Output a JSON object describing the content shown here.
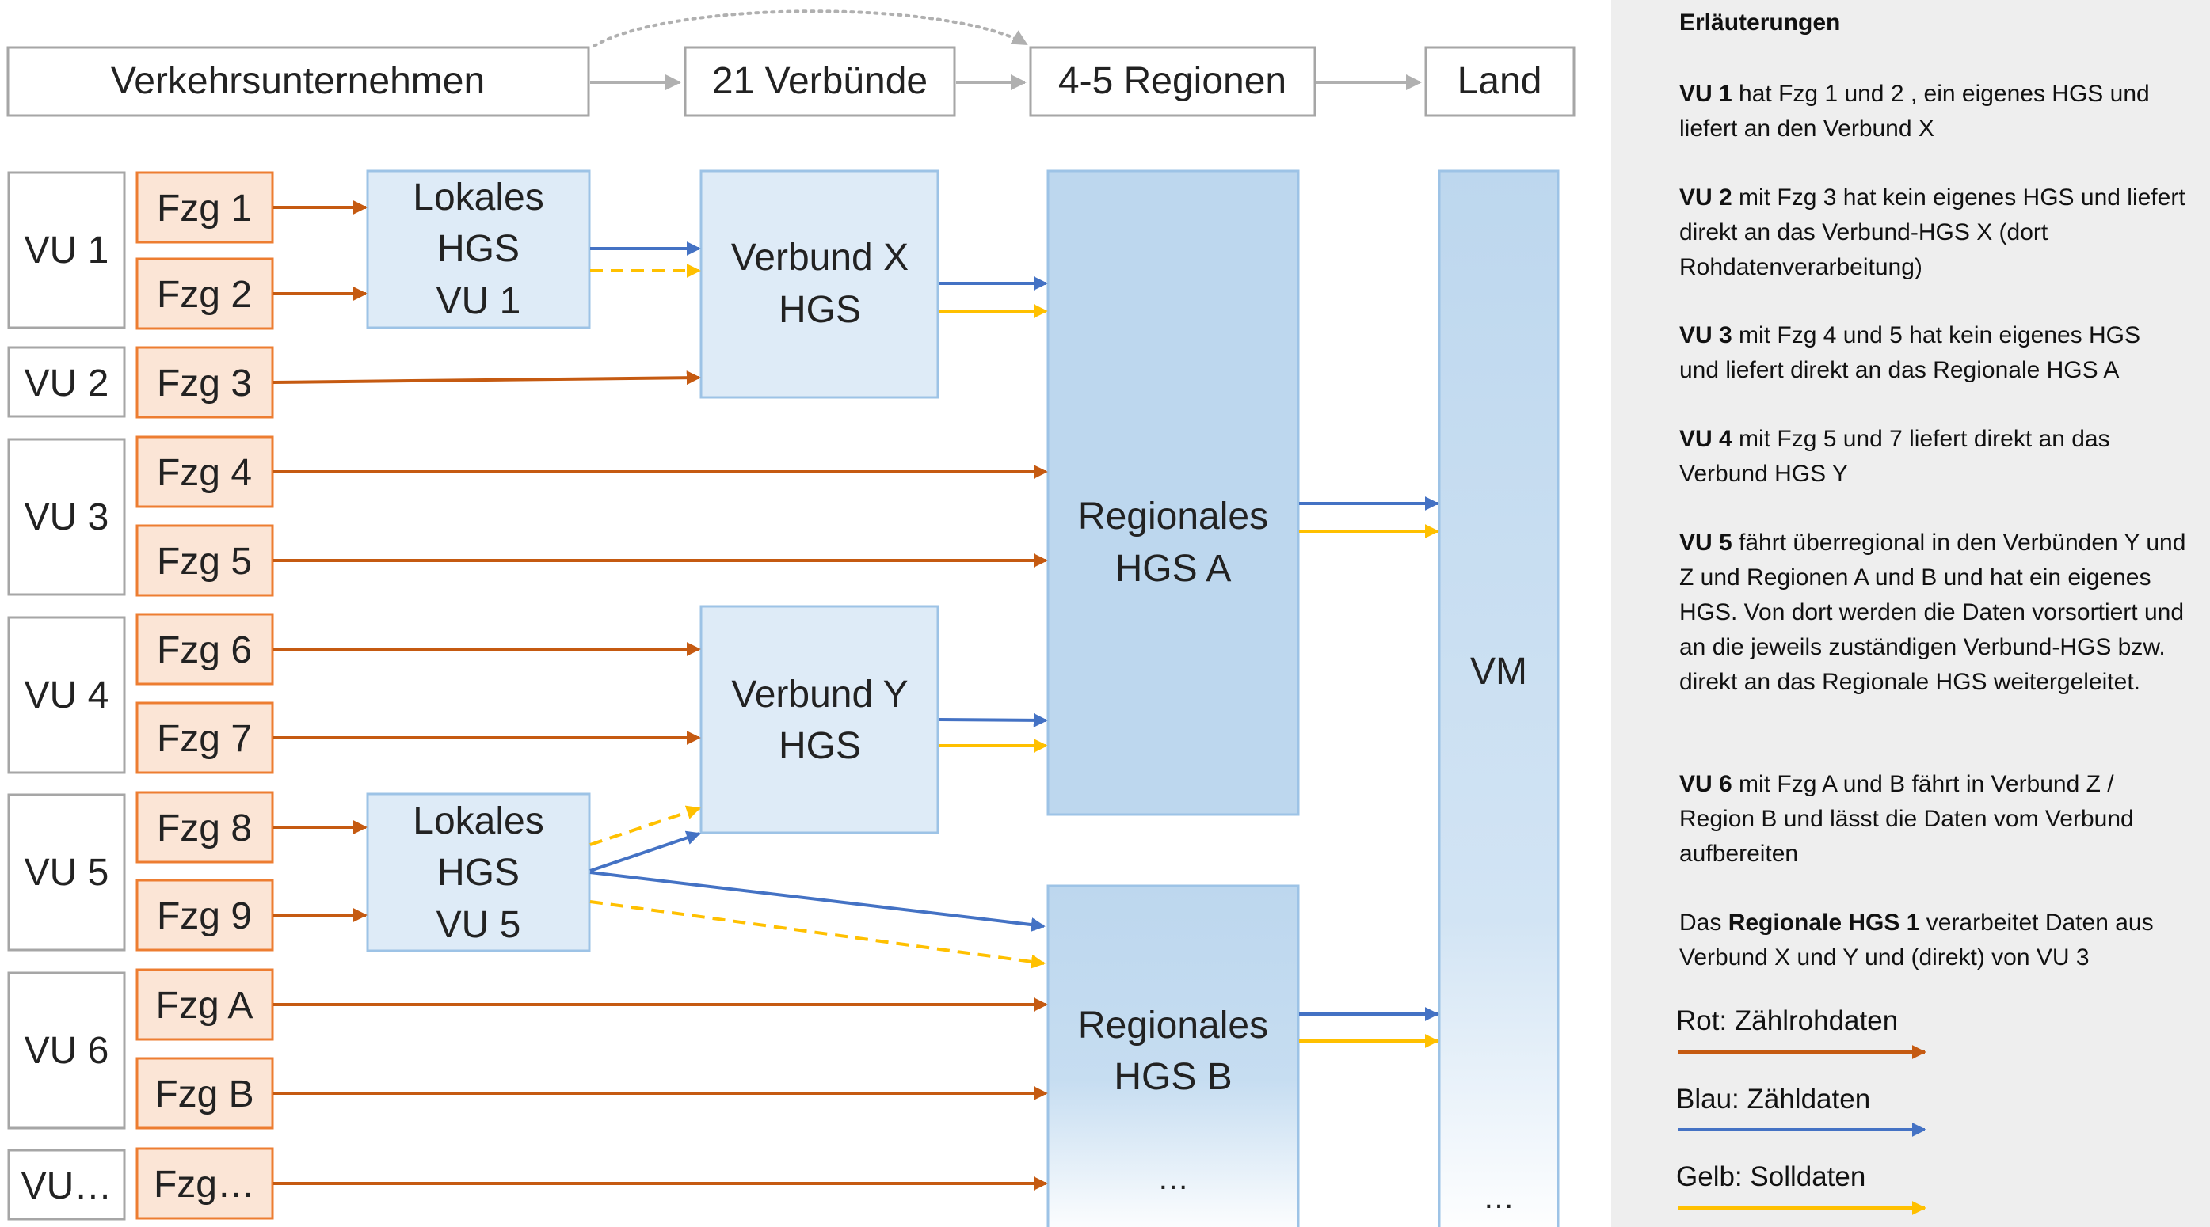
{
  "header": {
    "verkehrsunternehmen": "Verkehrsunternehmen",
    "verbuende": "21 Verbünde",
    "regionen": "4-5 Regionen",
    "land": "Land"
  },
  "companies": [
    "VU 1",
    "VU 2",
    "VU 3",
    "VU 4",
    "VU 5",
    "VU 6",
    "VU…"
  ],
  "vehicles": [
    "Fzg 1",
    "Fzg 2",
    "Fzg 3",
    "Fzg 4",
    "Fzg 5",
    "Fzg 6",
    "Fzg 7",
    "Fzg 8",
    "Fzg 9",
    "Fzg A",
    "Fzg B",
    "Fzg…"
  ],
  "hubs": {
    "lokal1": [
      "Lokales",
      "HGS",
      "VU 1"
    ],
    "verbund_x": [
      "Verbund X",
      "HGS"
    ],
    "verbund_y": [
      "Verbund Y",
      "HGS"
    ],
    "lokal5": [
      "Lokales",
      "HGS",
      "VU 5"
    ],
    "regional_a": [
      "Regionales",
      "HGS A"
    ],
    "regional_b": [
      "Regionales",
      "HGS B"
    ],
    "regional_b_more": "…",
    "vm": "VM",
    "vm_more": "…"
  },
  "legend": {
    "title": "Erläuterungen",
    "notes": [
      {
        "bold": "VU 1",
        "text": " hat Fzg 1 und 2 , ein eigenes HGS und liefert an den Verbund X"
      },
      {
        "bold": "VU 2",
        "text": " mit Fzg 3 hat kein eigenes HGS und liefert direkt an das Verbund-HGS X (dort Rohdatenverarbeitung)"
      },
      {
        "bold": "VU 3",
        "text": " mit Fzg 4 und 5 hat kein eigenes HGS und liefert direkt an das Regionale HGS A"
      },
      {
        "bold": "VU 4",
        "text": " mit Fzg 5 und 7 liefert direkt an das Verbund HGS Y"
      },
      {
        "bold": "VU 5",
        "text": " fährt überregional in den Verbünden Y und Z und Regionen A und B und hat ein eigenes HGS. Von dort werden die Daten vorsortiert und an die jeweils zuständigen Verbund-HGS bzw. direkt an das Regionale HGS weitergeleitet."
      },
      {
        "bold": "VU 6",
        "text": " mit Fzg A und B fährt in Verbund Z / Region B und lässt die Daten vom Verbund aufbereiten"
      }
    ],
    "last_note": {
      "pre": "Das ",
      "bold": "Regionale HGS 1",
      "text": " verarbeitet Daten aus Verbund X und Y und (direkt) von VU 3"
    },
    "keys": [
      {
        "label": "Rot: Zählrohdaten",
        "color": "#c55a11"
      },
      {
        "label": "Blau: Zähldaten",
        "color": "#4472c4"
      },
      {
        "label": "Gelb: Solldaten",
        "color": "#ffc000"
      }
    ]
  },
  "colors": {
    "raw": "#c55a11",
    "count": "#4472c4",
    "target": "#ffc000",
    "vehicle_fill": "#fbe5d6",
    "hub_fill": "#deebf7",
    "region_fill": "#bdd7ee",
    "header_arrow": "#b0b0b0"
  }
}
